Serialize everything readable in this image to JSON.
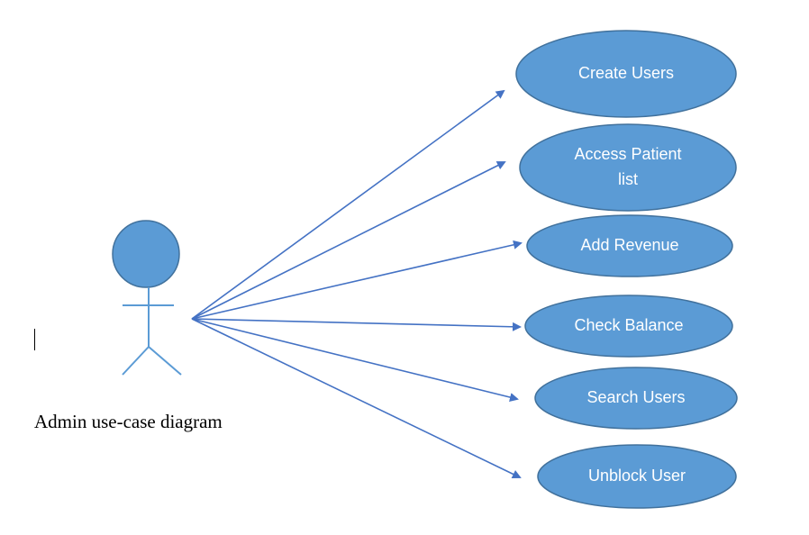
{
  "caption": "Admin use-case diagram",
  "colors": {
    "ellipse_fill": "#5b9bd5",
    "ellipse_stroke": "#41719c",
    "line": "#4472c4",
    "actor_fill": "#5b9bd5",
    "actor_line": "#5b9bd5",
    "text": "#ffffff"
  },
  "actor": {
    "name": "",
    "icon": "stick-figure-icon"
  },
  "use_cases": [
    {
      "id": "create-users",
      "lines": [
        "Create Users"
      ]
    },
    {
      "id": "access-patient-list",
      "lines": [
        "Access Patient",
        "list"
      ]
    },
    {
      "id": "add-revenue",
      "lines": [
        "Add Revenue"
      ]
    },
    {
      "id": "check-balance",
      "lines": [
        "Check Balance"
      ]
    },
    {
      "id": "search-users",
      "lines": [
        "Search Users"
      ]
    },
    {
      "id": "unblock-user",
      "lines": [
        "Unblock User"
      ]
    }
  ]
}
